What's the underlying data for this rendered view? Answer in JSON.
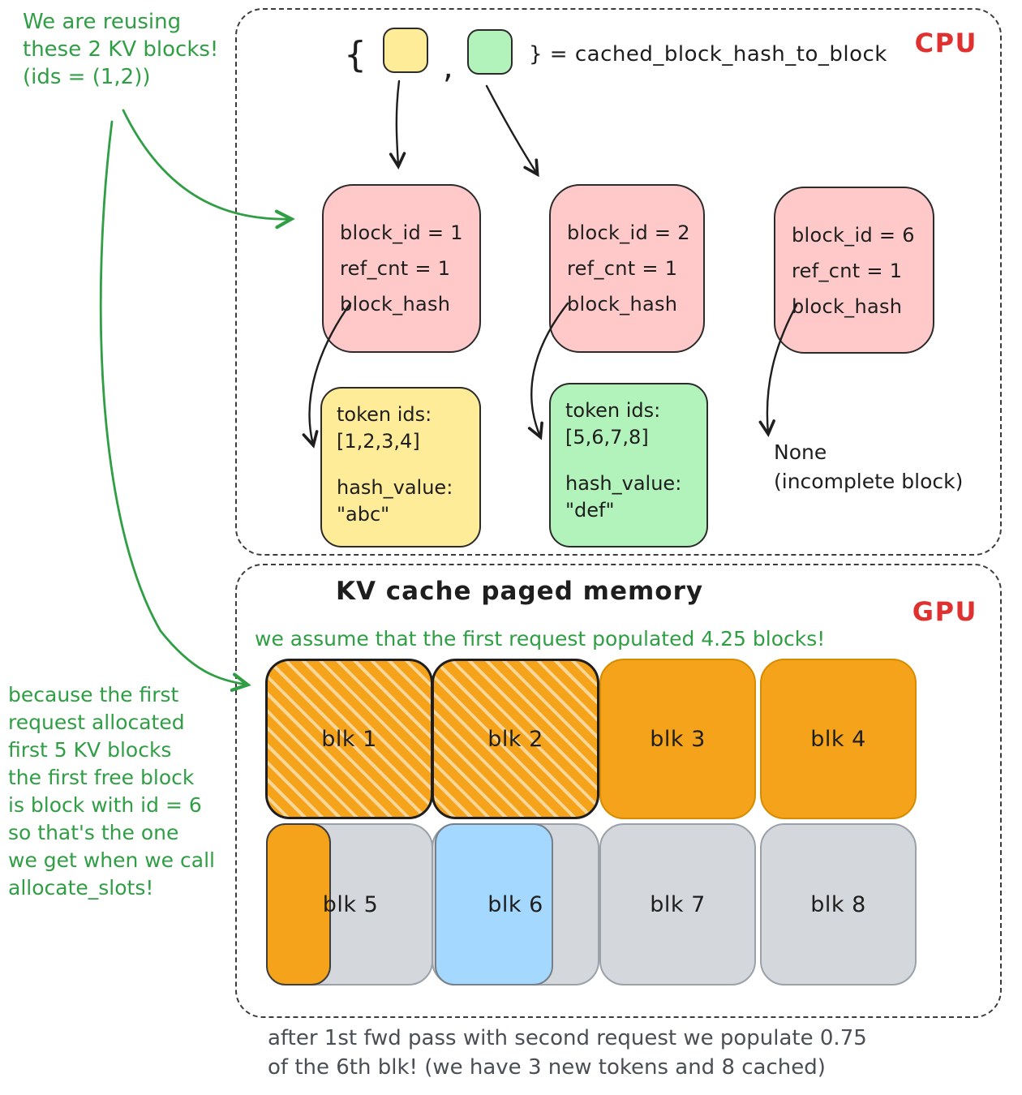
{
  "colors": {
    "green_note": "#2f9e44",
    "red_label": "#e03131",
    "pink_block": "#ffc9c9",
    "yellow_block": "#ffec99",
    "green_block": "#b2f2bb",
    "orange_block": "#f5a31a",
    "gray_block": "#d4d8dd",
    "blue_block": "#a5d8ff",
    "ink": "#1e1e1e"
  },
  "notes": {
    "reuse": "We are reusing\nthese 2 KV blocks!\n(ids = (1,2))",
    "assume": "we assume that the first request populated 4.25 blocks!",
    "because": "because the first\nrequest allocated\nfirst 5 KV blocks\nthe first free block\nis block with id = 6\nso that's the one\nwe get when we call\nallocate_slots!",
    "footer": "after 1st fwd pass with second request we populate 0.75\nof the 6th blk! (we have 3 new tokens and 8 cached)"
  },
  "cpu": {
    "label": "CPU",
    "dict": {
      "open_brace": "{",
      "comma": ",",
      "close_expr": "} = cached_block_hash_to_block"
    },
    "blocks": [
      {
        "lines": [
          "block_id = 1",
          "ref_cnt = 1",
          "block_hash"
        ]
      },
      {
        "lines": [
          "block_id = 2",
          "ref_cnt = 1",
          "block_hash"
        ]
      },
      {
        "lines": [
          "block_id = 6",
          "ref_cnt = 1",
          "block_hash"
        ]
      }
    ],
    "token_blocks": [
      {
        "token_label": "token ids:",
        "token_ids": "[1,2,3,4]",
        "hash_label": "hash_value:",
        "hash_value": "\"abc\""
      },
      {
        "token_label": "token ids:",
        "token_ids": "[5,6,7,8]",
        "hash_label": "hash_value:",
        "hash_value": "\"def\""
      }
    ],
    "none_note": "None\n(incomplete block)"
  },
  "gpu": {
    "label": "GPU",
    "title": "KV cache paged memory",
    "row1": [
      "blk 1",
      "blk 2",
      "blk 3",
      "blk 4"
    ],
    "row2": [
      "blk 5",
      "blk 6",
      "blk 7",
      "blk 8"
    ]
  }
}
